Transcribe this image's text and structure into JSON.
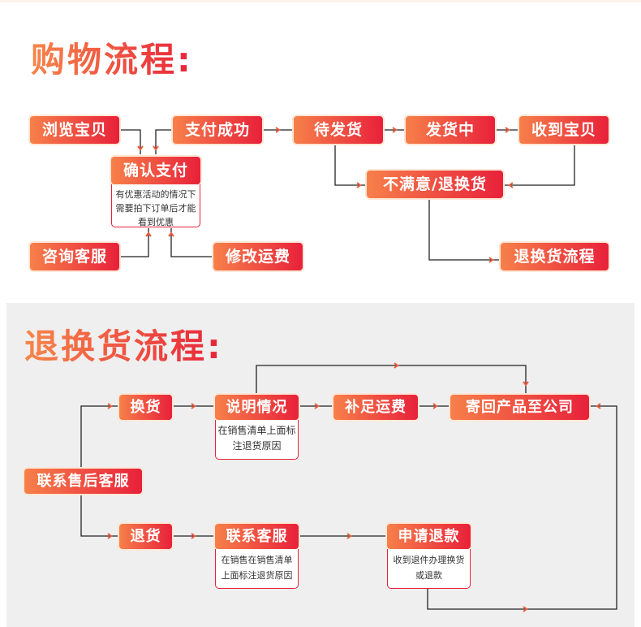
{
  "shopping": {
    "title": "购物流程:",
    "browse": "浏览宝贝",
    "paid": "支付成功",
    "to_ship": "待发货",
    "shipping": "发货中",
    "received": "收到宝贝",
    "confirm": "确认支付",
    "confirm_note": "有优惠活动的情况下需要拍下订单后才能看到优惠",
    "unsatisfied": "不满意/退换货",
    "consult": "咨询客服",
    "modify_fee": "修改运费",
    "return_flow": "退换货流程"
  },
  "returns": {
    "title": "退换货流程:",
    "contact_after_sales": "联系售后客服",
    "exchange": "换货",
    "explain": "说明情况",
    "explain_note": "在销售清单上面标注退货原因",
    "pay_shipping": "补足运费",
    "send_back": "寄回产品至公司",
    "refund_goods": "退货",
    "contact_service": "联系客服",
    "contact_note": "在销售在销售清单上面标注退货原因",
    "apply_refund": "申请退款",
    "refund_note": "收到退件办理换货或退款"
  },
  "colors": {
    "gradient_start": "#f7804a",
    "gradient_end": "#e8213a",
    "section2_bg": "#efefef"
  }
}
